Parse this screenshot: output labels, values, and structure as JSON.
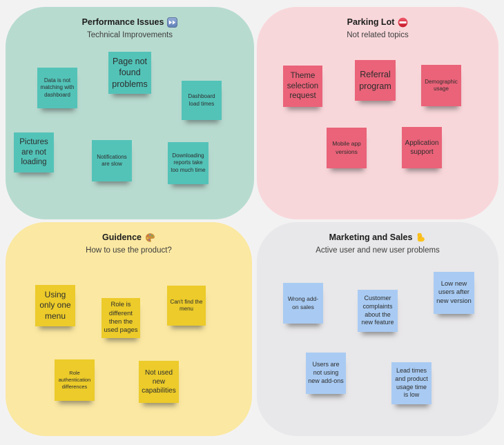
{
  "page": {
    "background": "#f3f2f3"
  },
  "board": {
    "sections": [
      {
        "name": "performance-issues",
        "title": "Performance Issues",
        "icon": "fast-forward-icon",
        "subtitle": "Technical Improvements",
        "section_bg": "#b8dbd0",
        "note_bg": "#53c3b8",
        "notes": [
          "Data is not matching with dashboard",
          "Page not found problems",
          "Dashboard load times",
          "Pictures are not loading",
          "Notifications are  slow",
          "Downloading reports take too much time"
        ]
      },
      {
        "name": "parking-lot",
        "title": "Parking Lot",
        "icon": "no-entry-icon",
        "subtitle": "Not related topics",
        "section_bg": "#f8d7da",
        "note_bg": "#ea6379",
        "notes": [
          "Theme selection request",
          "Referral program",
          "Demographic usage",
          "Mobile app versions",
          "Application support"
        ]
      },
      {
        "name": "guidence",
        "title": "Guidence",
        "icon": "palette-icon",
        "subtitle": "How to use the product?",
        "section_bg": "#fbe8a2",
        "note_bg": "#eccb2a",
        "notes": [
          "Using only one menu",
          "Role is different then the used pages",
          "Can't find the menu",
          "Role authentication differences",
          "Not used new capabilities"
        ]
      },
      {
        "name": "marketing-and-sales",
        "title": "Marketing and Sales",
        "icon": "flexed-biceps-icon",
        "subtitle": "Active user and new user problems",
        "section_bg": "#e8e7e9",
        "note_bg": "#a9cbf3",
        "notes": [
          "Wrong add-on sales",
          "Customer complaints about the new feature",
          "Low new users after new version",
          "Users are not using new add-ons",
          "Lead times and product usage time is low"
        ]
      }
    ]
  }
}
